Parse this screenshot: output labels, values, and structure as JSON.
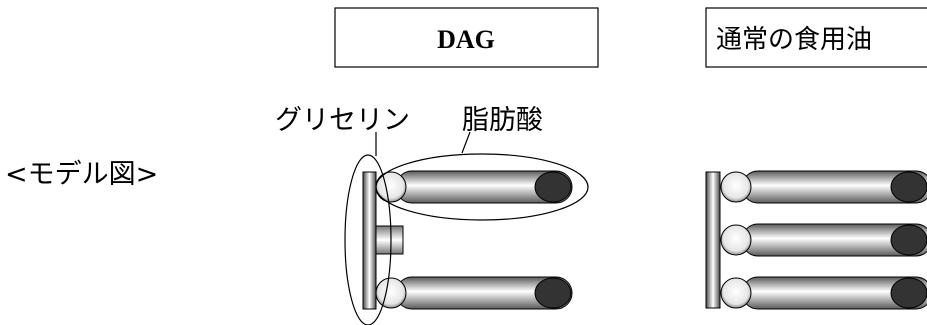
{
  "model_label": "<モデル図>",
  "dag": {
    "title": "DAG",
    "glycerol_label": "グリセリン",
    "fatty_acid_label": "脂肪酸"
  },
  "normal_oil": {
    "title": "通常の食用油"
  }
}
